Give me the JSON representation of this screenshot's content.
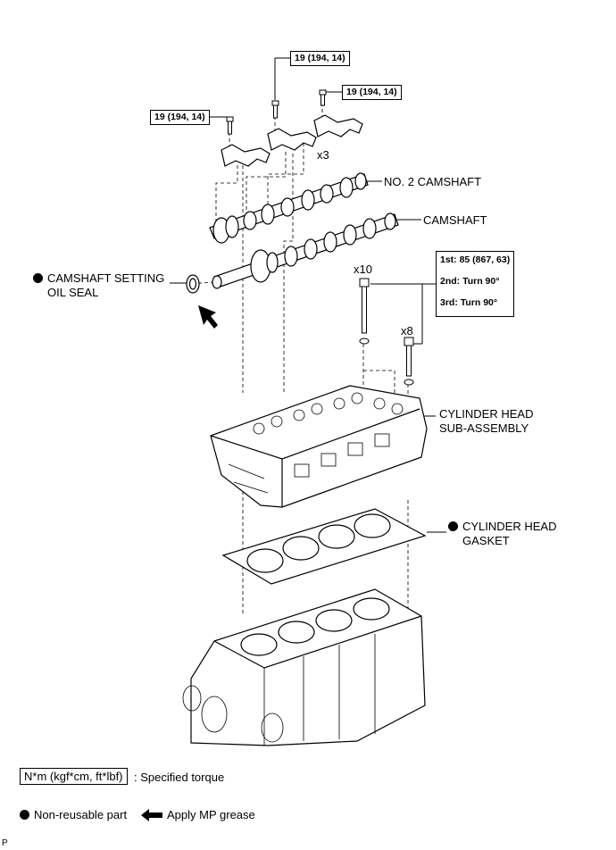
{
  "torque_labels": {
    "cap_left": "19 (194, 14)",
    "cap_top": "19 (194, 14)",
    "cap_right": "19 (194, 14)",
    "head_bolt_steps": [
      "1st: 85 (867, 63)",
      "2nd: Turn 90°",
      "3rd: Turn 90°"
    ]
  },
  "quantities": {
    "caps": "x3",
    "long_bolts": "x10",
    "short_bolts": "x8"
  },
  "parts": {
    "no2_camshaft": "NO. 2 CAMSHAFT",
    "camshaft": "CAMSHAFT",
    "oil_seal_line1": "CAMSHAFT SETTING",
    "oil_seal_line2": "OIL SEAL",
    "head_line1": "CYLINDER HEAD",
    "head_line2": "SUB-ASSEMBLY",
    "gasket_line1": "CYLINDER HEAD",
    "gasket_line2": "GASKET"
  },
  "legend": {
    "torque_unit": "N*m (kgf*cm, ft*lbf)",
    "torque_desc": ": Specified torque",
    "non_reusable": "Non-reusable part",
    "grease": "Apply MP grease"
  },
  "corner_code": "P"
}
